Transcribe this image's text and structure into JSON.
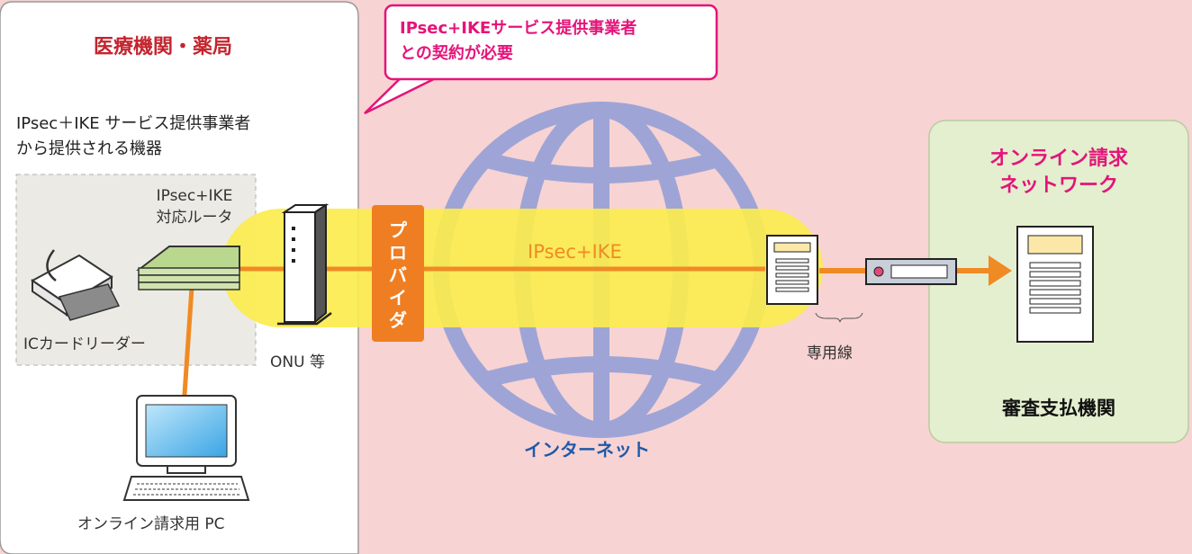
{
  "medical": {
    "title": "医療機関・薬局",
    "equipment_caption": "IPsec＋IKE サービス提供事業者\nから提供される機器",
    "router_label": "IPsec+IKE\n対応ルータ",
    "card_reader_label": "ICカードリーダー",
    "onu_label": "ONU 等",
    "pc_label": "オンライン請求用 PC"
  },
  "callout": {
    "text": "IPsec+IKEサービス提供事業者\nとの契約が必要"
  },
  "provider": {
    "label": "プロバイダ"
  },
  "tunnel": {
    "label": "IPsec+IKE"
  },
  "internet": {
    "label": "インターネット"
  },
  "dedicated_line": {
    "label": "専用線"
  },
  "network": {
    "title": "オンライン請求\nネットワーク",
    "org": "審査支払機関"
  },
  "colors": {
    "background": "#f8d3d3",
    "tunnel": "#fbec4e",
    "line": "#f08a24",
    "globe": "#9ea5d6",
    "provider": "#ef7e22",
    "network_panel": "#e3efce"
  }
}
